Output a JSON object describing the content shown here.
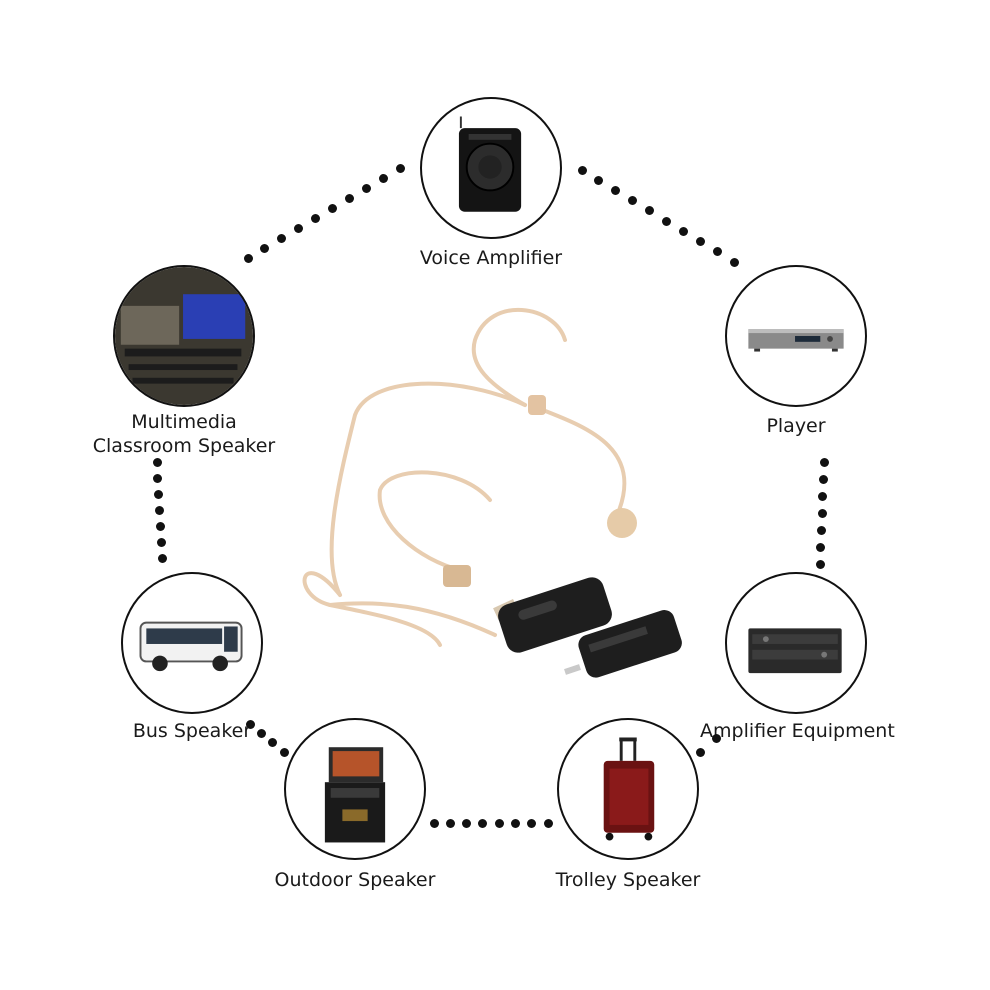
{
  "nodes": [
    {
      "id": "voice-amplifier",
      "label": "Voice Amplifier",
      "icon": "voice-amplifier-icon"
    },
    {
      "id": "player",
      "label": "Player",
      "icon": "player-icon"
    },
    {
      "id": "amplifier-equipment",
      "label": "Amplifier Equipment",
      "icon": "amplifier-equipment-icon"
    },
    {
      "id": "trolley-speaker",
      "label": "Trolley Speaker",
      "icon": "trolley-speaker-icon"
    },
    {
      "id": "outdoor-speaker",
      "label": "Outdoor Speaker",
      "icon": "outdoor-speaker-icon"
    },
    {
      "id": "bus-speaker",
      "label": "Bus Speaker",
      "icon": "bus-speaker-icon"
    },
    {
      "id": "multimedia-classroom-speaker",
      "label_lines": [
        "Multimedia",
        "Classroom Speaker"
      ],
      "icon": "classroom-icon"
    }
  ],
  "center_product": {
    "icon": "wireless-headset-microphone-icon"
  },
  "colors": {
    "line": "#111111",
    "headset": "#e8cdb0",
    "receiver": "#1e1e1e"
  }
}
